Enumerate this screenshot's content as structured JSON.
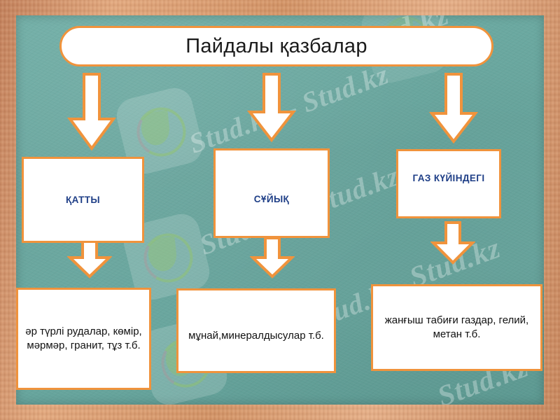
{
  "title": {
    "text": "Пайдалы қазбалар"
  },
  "categories": [
    {
      "id": "solid",
      "label": "ҚАТТЫ"
    },
    {
      "id": "liquid",
      "label": "СҰЙЫҚ"
    },
    {
      "id": "gas",
      "label": "ГАЗ КҮЙІНДЕГІ"
    }
  ],
  "examples": [
    {
      "id": "solid",
      "text": "әр түрлі рудалар, көмір, мәрмәр, гранит, тұз т.б."
    },
    {
      "id": "liquid",
      "text": "мұнай,минералдысулар т.б."
    },
    {
      "id": "gas",
      "text": "жанғыш табиғи газдар, гелий, метан т.б."
    }
  ],
  "watermarks": [
    {
      "text": "Stud.kz – Stud.kz"
    },
    {
      "text": "Stud.kz"
    },
    {
      "text": "Stud.kz – Stud.kz"
    },
    {
      "text": "Stud.kz – Stud.kz"
    },
    {
      "text": "Stud.kz"
    },
    {
      "text": "Stud.kz"
    }
  ],
  "colors": {
    "board": "#6aa8a0",
    "frame_wood": "#d39467",
    "accent_orange": "#f0933c",
    "box_fill": "#ffffff",
    "category_text": "#1f3f87",
    "example_text": "#111111"
  },
  "icons": {
    "arrow": "down-arrow-icon",
    "logo": "leaf-logo-icon"
  }
}
